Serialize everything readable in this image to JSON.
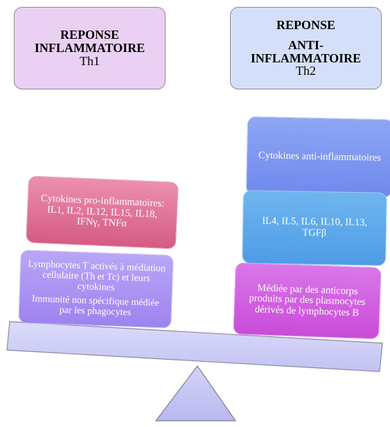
{
  "left_title": {
    "line1": "REPONSE",
    "line2": "INFLAMMATOIRE",
    "line3": "Th1"
  },
  "right_title": {
    "line1": "REPONSE",
    "line2": "ANTI-",
    "line3": "INFLAMMATOIRE",
    "line4": "Th2"
  },
  "left_stack": {
    "pro_cytokines": "Cytokines pro-inflammatoires: IL1, IL2, IL12, IL15, IL18, IFNγ, TNFα",
    "lymphocytes": "Lymphocytes T activés à médiation cellulaire (Th et Tc) et leurs cytokines",
    "immunite": "Immunité non spécifique médiée par les phagocytes"
  },
  "right_stack": {
    "anti_cytokines": "Cytokines anti-inflammatoires",
    "interleukins": "IL4, IL5, IL6, IL10, IL13, TGFβ",
    "mediee": "Médiée par des anticorps produits par des plasmocytes dérivés de lymphocytes B"
  },
  "colors": {
    "left_title_bg": "#ead0f3",
    "right_title_bg": "#d4e0fa",
    "pro_card": "#e06f95",
    "lympho_card": "#a994f1",
    "anti_card": "#7f98f0",
    "il_card": "#5ea8ea",
    "mediee_card": "#d060e0",
    "beam": "#cdcdf8",
    "fulcrum": "#c6c6f5"
  }
}
